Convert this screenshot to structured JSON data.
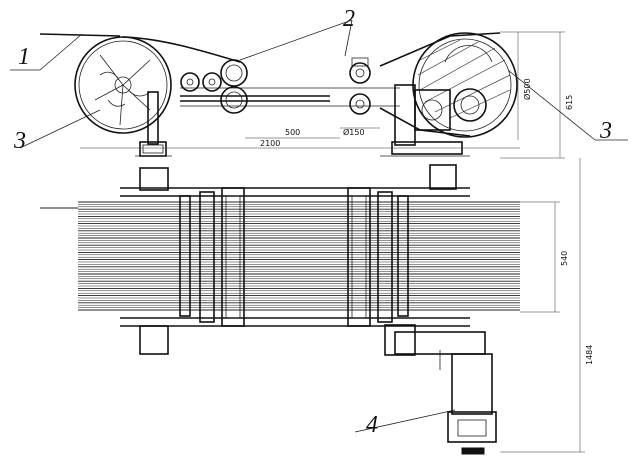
{
  "callouts": [
    "1",
    "2",
    "3",
    "3",
    "4"
  ],
  "dimensions": {
    "total_length": "2100",
    "roller_spacing": "500",
    "roller_diameter": "Ø150",
    "drum_diameter": "Ø500",
    "side_height": "615",
    "band_width": "540",
    "total_height": "1484"
  },
  "colors": {
    "ink": "#111111",
    "paper": "#ffffff"
  }
}
